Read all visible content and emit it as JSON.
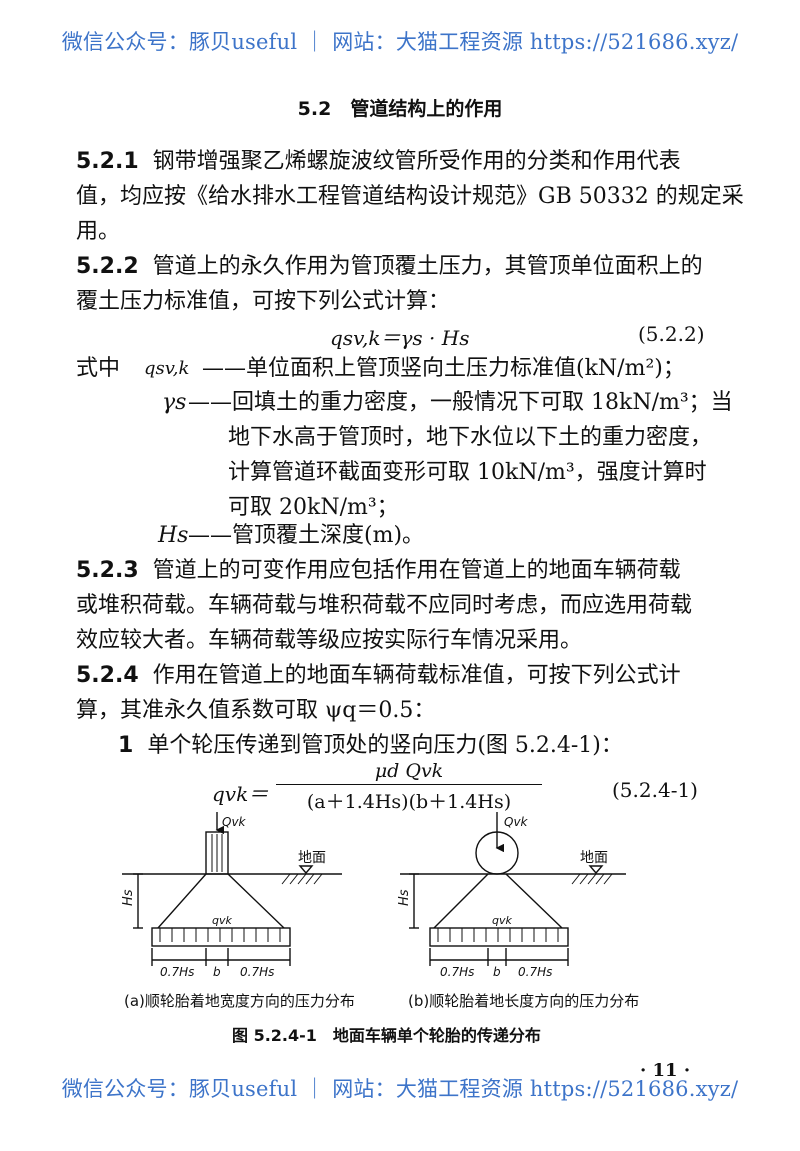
{
  "watermark": "微信公众号：豚贝useful ｜ 网站：大猫工程资源 https://521686.xyz/",
  "section_title": "5.2　管道结构上的作用",
  "clauses": {
    "c521": {
      "num": "5.2.1",
      "line1": "钢带增强聚乙烯螺旋波纹管所受作用的分类和作用代表",
      "line2": "值，均应按《给水排水工程管道结构设计规范》GB 50332 的规定采",
      "line3": "用。"
    },
    "c522": {
      "num": "5.2.2",
      "line1": "管道上的永久作用为管顶覆土压力，其管顶单位面积上的",
      "line2": "覆土压力标准值，可按下列公式计算："
    },
    "c523": {
      "num": "5.2.3",
      "line1": "管道上的可变作用应包括作用在管道上的地面车辆荷载",
      "line2": "或堆积荷载。车辆荷载与堆积荷载不应同时考虑，而应选用荷载",
      "line3": "效应较大者。车辆荷载等级应按实际行车情况采用。"
    },
    "c524": {
      "num": "5.2.4",
      "line1": "作用在管道上的地面车辆荷载标准值，可按下列公式计",
      "line2": "算，其准永久值系数可取 ψq＝0.5："
    }
  },
  "formula1": {
    "text": "qsv,k＝γs · Hs",
    "eqno": "(5.2.2)"
  },
  "where": {
    "label": "式中",
    "q_sym": "qsv,k",
    "q_desc": "——单位面积上管顶竖向土压力标准值(kN/m²)；",
    "g_sym": "γs",
    "g_desc1": "——回填土的重力密度，一般情况下可取 18kN/m³；当",
    "g_desc2": "地下水高于管顶时，地下水位以下土的重力密度，",
    "g_desc3": "计算管道环截面变形可取 10kN/m³，强度计算时",
    "g_desc4": "可取 20kN/m³；",
    "h_sym": "Hs",
    "h_desc": "——管顶覆土深度(m)。"
  },
  "item1": {
    "num": "1",
    "text": "单个轮压传递到管顶处的竖向压力(图 5.2.4-1)："
  },
  "formula2": {
    "lhs": "qvk＝",
    "numerator": "μd Qvk",
    "denominator": "(a＋1.4Hs)(b＋1.4Hs)",
    "eqno": "(5.2.4-1)"
  },
  "figure": {
    "label_q": "Qvk",
    "label_ground": "地面",
    "label_h": "Hs",
    "label_qvk": "qvk",
    "label_07h": "0.7Hs",
    "label_b": "b",
    "caption_a": "(a)顺轮胎着地宽度方向的压力分布",
    "caption_b": "(b)顺轮胎着地长度方向的压力分布",
    "title": "图 5.2.4-1　地面车辆单个轮胎的传递分布"
  },
  "page_number": "· 11 ·"
}
